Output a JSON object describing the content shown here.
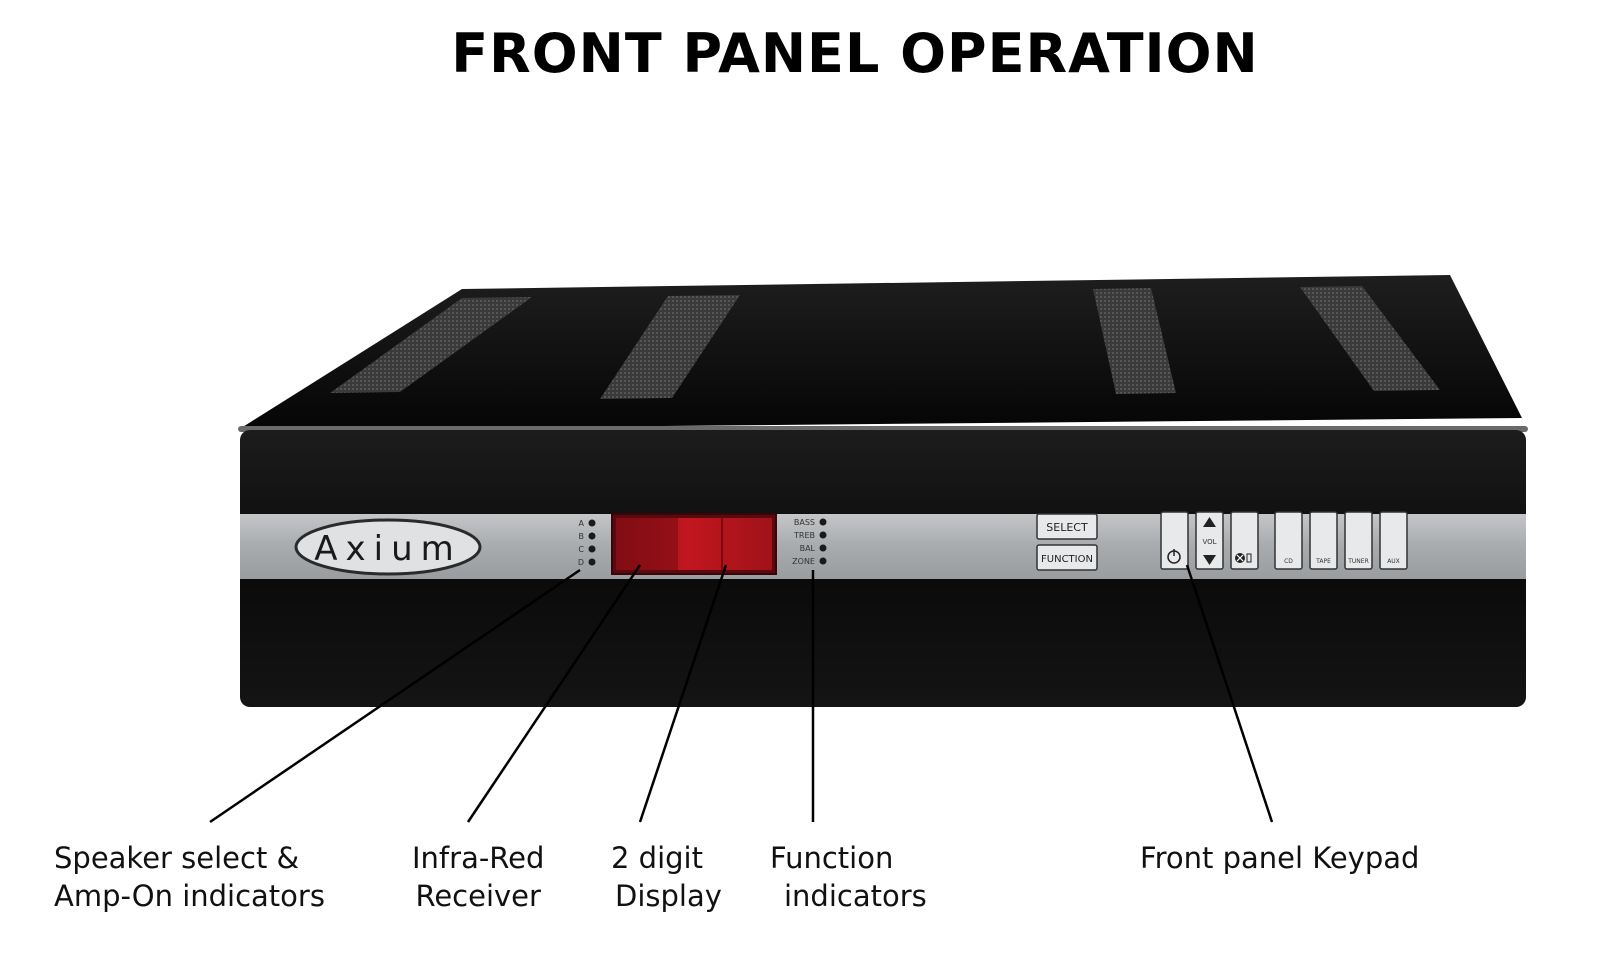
{
  "title": "FRONT PANEL OPERATION",
  "device": {
    "brand": "Axium",
    "speaker_leds": [
      "A",
      "B",
      "C",
      "D"
    ],
    "function_leds": [
      "BASS",
      "TREB",
      "BAL",
      "ZONE"
    ],
    "select_button": "SELECT",
    "function_button": "FUNCTION",
    "vol_label": "VOL",
    "source_buttons": [
      "CD",
      "TAPE",
      "TUNER",
      "AUX"
    ]
  },
  "callouts": [
    {
      "line1": "Speaker select &",
      "line2": "Amp-On indicators"
    },
    {
      "line1": "Infra-Red",
      "line2": "Receiver"
    },
    {
      "line1": "2 digit",
      "line2": "Display"
    },
    {
      "line1": "Function",
      "line2": "indicators"
    },
    {
      "line1": "Front panel Keypad",
      "line2": ""
    }
  ],
  "colors": {
    "chassis": "#0c0c0c",
    "faceplate": "#a9acaf",
    "display": "#b0141c",
    "leader_line": "#000000"
  }
}
